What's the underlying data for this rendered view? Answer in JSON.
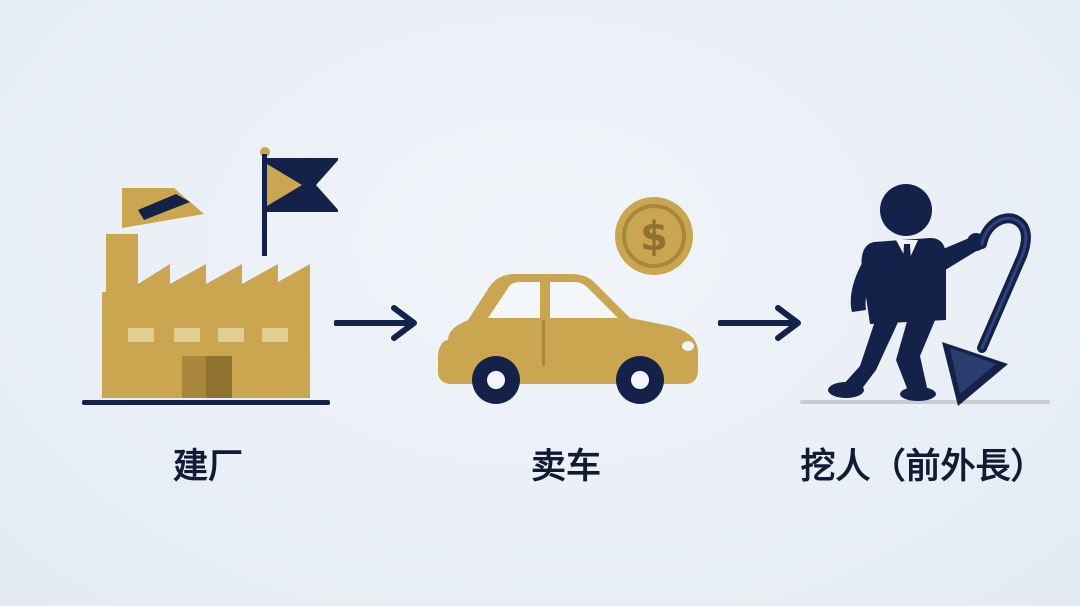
{
  "steps": [
    {
      "label": "建厂",
      "icon": "factory-icon"
    },
    {
      "label": "卖车",
      "icon": "car-icon"
    },
    {
      "label": "挖人（前外長）",
      "icon": "poaching-person-icon"
    }
  ],
  "coin_symbol": "$",
  "colors": {
    "gold": "#c9a64f",
    "gold_dark": "#a8863a",
    "navy": "#14224a",
    "background": "#e9eff6"
  }
}
